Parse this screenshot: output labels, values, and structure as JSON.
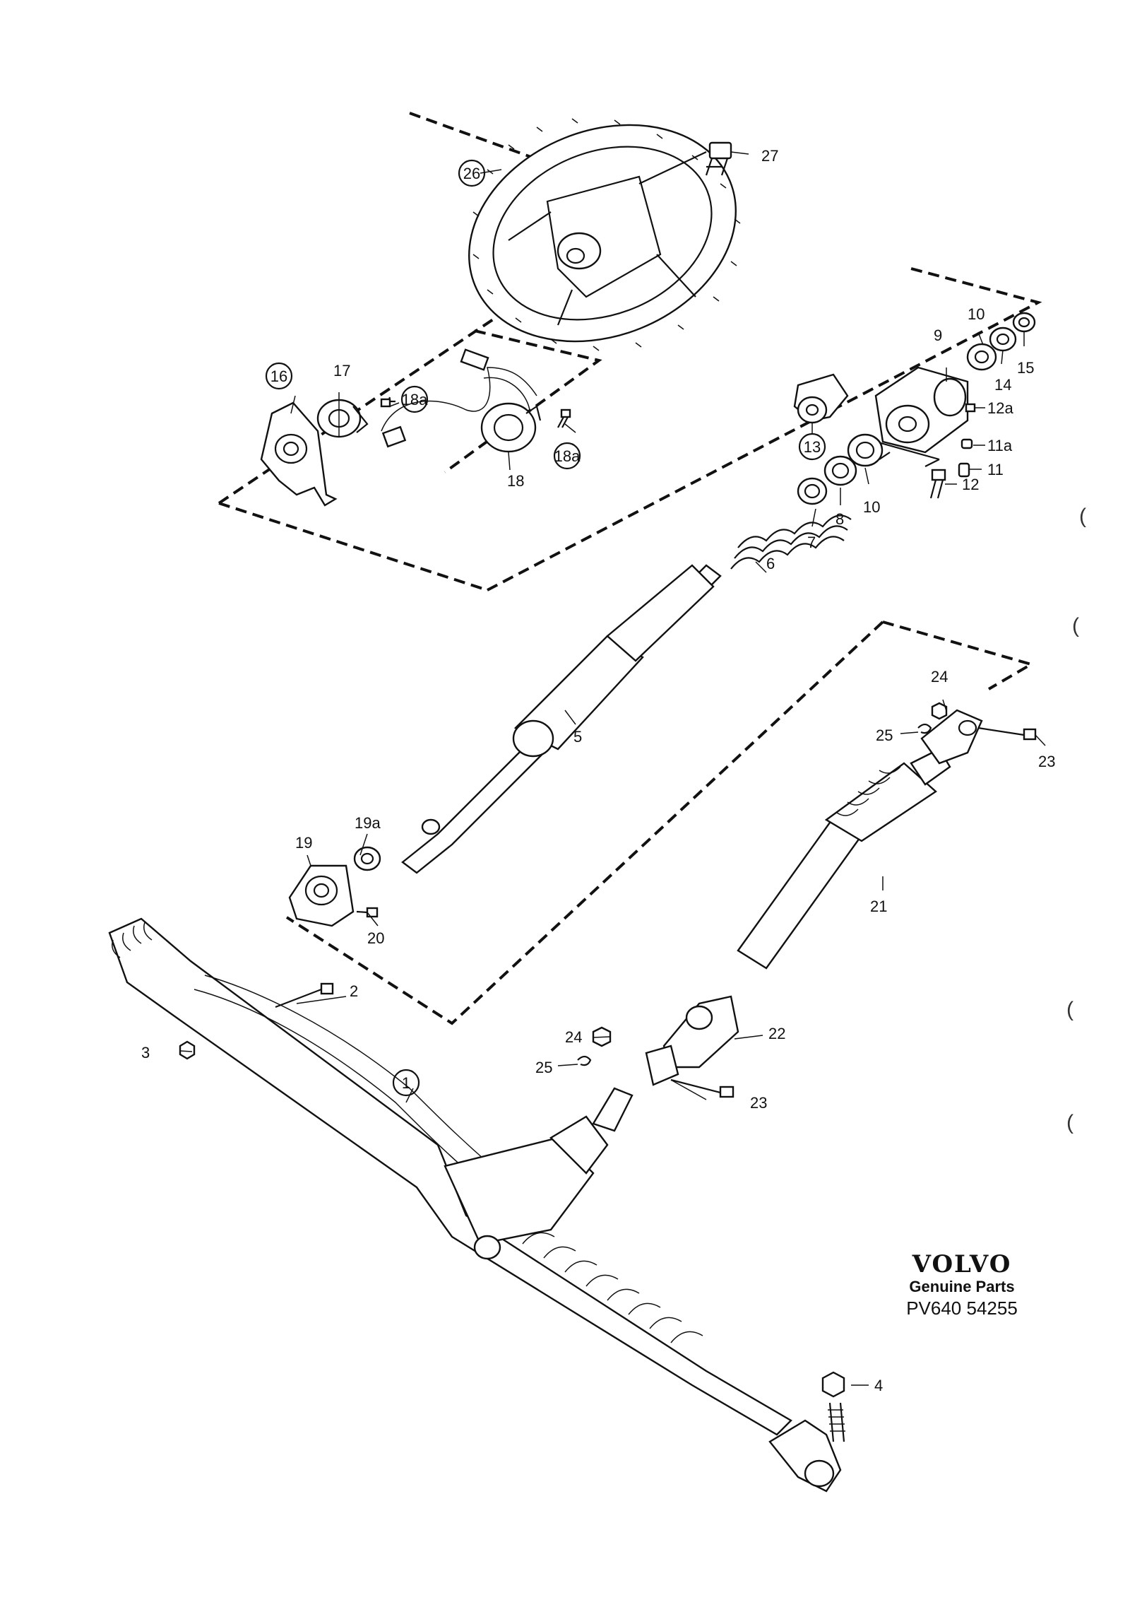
{
  "brand": {
    "logo": "VOLVO",
    "tagline": "Genuine Parts",
    "code": "PV640 54255"
  },
  "callouts": {
    "p1": "1",
    "p2": "2",
    "p3": "3",
    "p4": "4",
    "p5": "5",
    "p6": "6",
    "p7": "7",
    "p8": "8",
    "p9": "9",
    "p10a": "10",
    "p10b": "10",
    "p11": "11",
    "p11a": "11a",
    "p12": "12",
    "p12a": "12a",
    "p13": "13",
    "p14": "14",
    "p15": "15",
    "p16": "16",
    "p17": "17",
    "p18": "18",
    "p18a1": "18a",
    "p18a2": "18a",
    "p19": "19",
    "p19a": "19a",
    "p20": "20",
    "p21": "21",
    "p22": "22",
    "p23a": "23",
    "p23b": "23",
    "p24a": "24",
    "p24b": "24",
    "p25a": "25",
    "p25b": "25",
    "p26": "26",
    "p27": "27"
  },
  "margin_marks": [
    "(",
    "(",
    "(",
    "("
  ]
}
